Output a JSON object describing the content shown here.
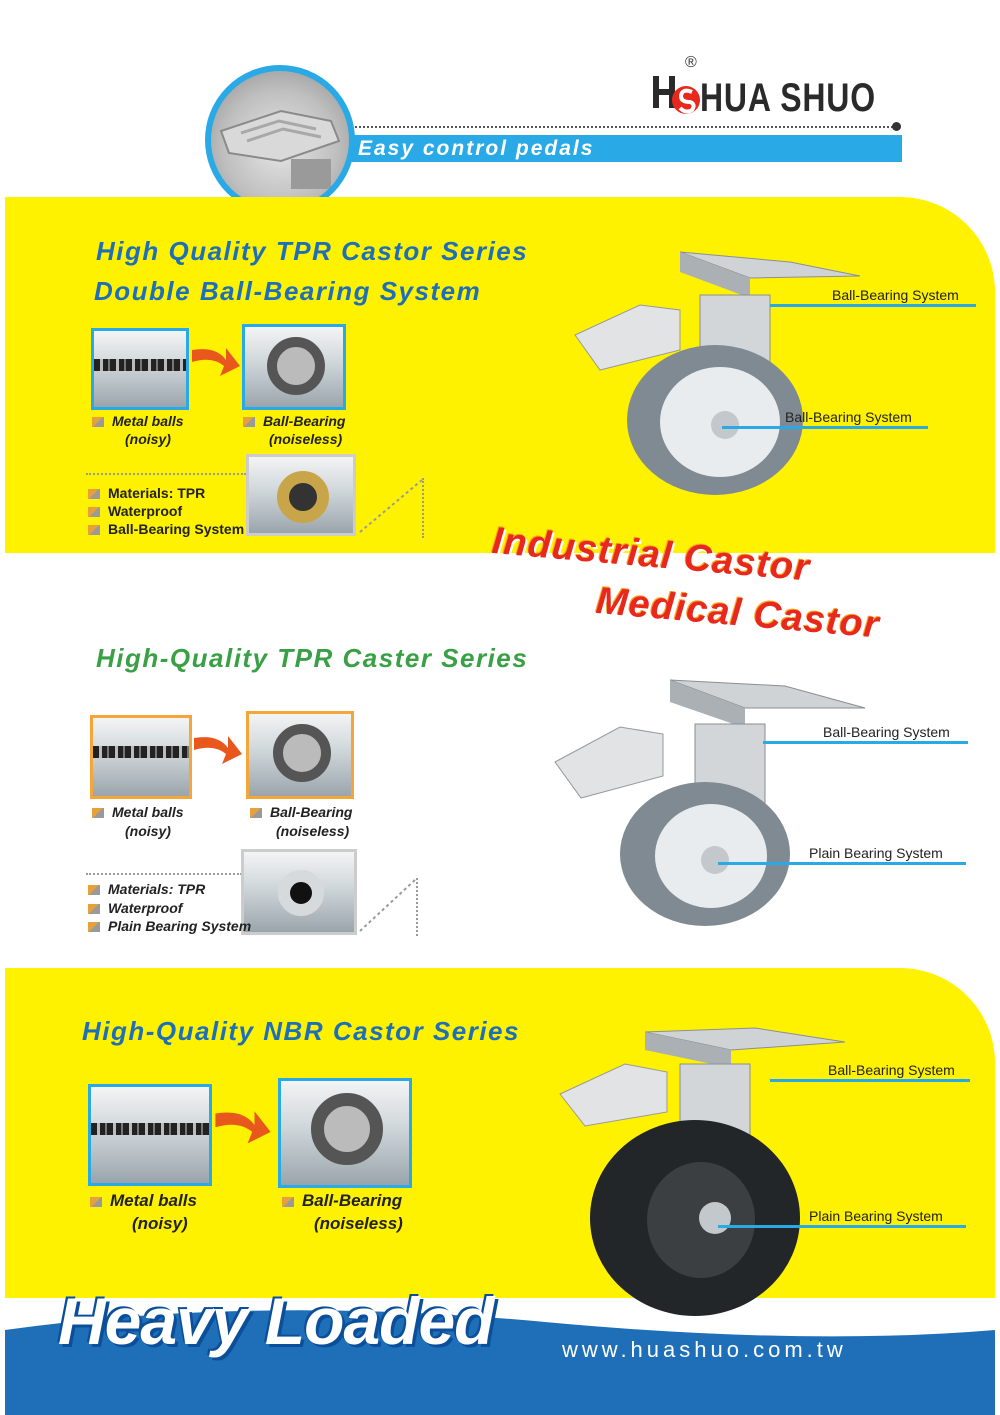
{
  "header": {
    "brand": "HUA SHUO",
    "registered_mark": "®",
    "pedal_banner": "Easy control pedals"
  },
  "section1": {
    "title_line1": "High Quality TPR Castor Series",
    "title_line2": "Double Ball-Bearing System",
    "thumb_left_label": "Metal balls",
    "thumb_left_sub": "(noisy)",
    "thumb_right_label": "Ball-Bearing",
    "thumb_right_sub": "(noiseless)",
    "features": [
      "Materials: TPR",
      "Waterproof",
      "Ball-Bearing System"
    ],
    "callout_top": "Ball-Bearing System",
    "callout_bottom": "Ball-Bearing System"
  },
  "slogan": {
    "line1": "Industrial Castor",
    "line2": "Medical Castor"
  },
  "section2": {
    "title": "High-Quality TPR Caster Series",
    "thumb_left_label": "Metal balls",
    "thumb_left_sub": "(noisy)",
    "thumb_right_label": "Ball-Bearing",
    "thumb_right_sub": "(noiseless)",
    "features": [
      "Materials: TPR",
      "Waterproof",
      "Plain Bearing System"
    ],
    "callout_top": "Ball-Bearing System",
    "callout_bottom": "Plain Bearing  System"
  },
  "section3": {
    "title": "High-Quality NBR Castor Series",
    "thumb_left_label": "Metal balls",
    "thumb_left_sub": "(noisy)",
    "thumb_right_label": "Ball-Bearing",
    "thumb_right_sub": "(noiseless)",
    "callout_top": "Ball-Bearing System",
    "callout_bottom": "Plain Bearing  System"
  },
  "footer": {
    "headline": "Heavy Loaded",
    "url": "www.huashuo.com.tw"
  },
  "colors": {
    "yellow": "#fff200",
    "blue": "#29a9e6",
    "dark_blue": "#1f6fb8",
    "green": "#3aa046",
    "red": "#e8281c",
    "orange": "#f4a63a"
  }
}
